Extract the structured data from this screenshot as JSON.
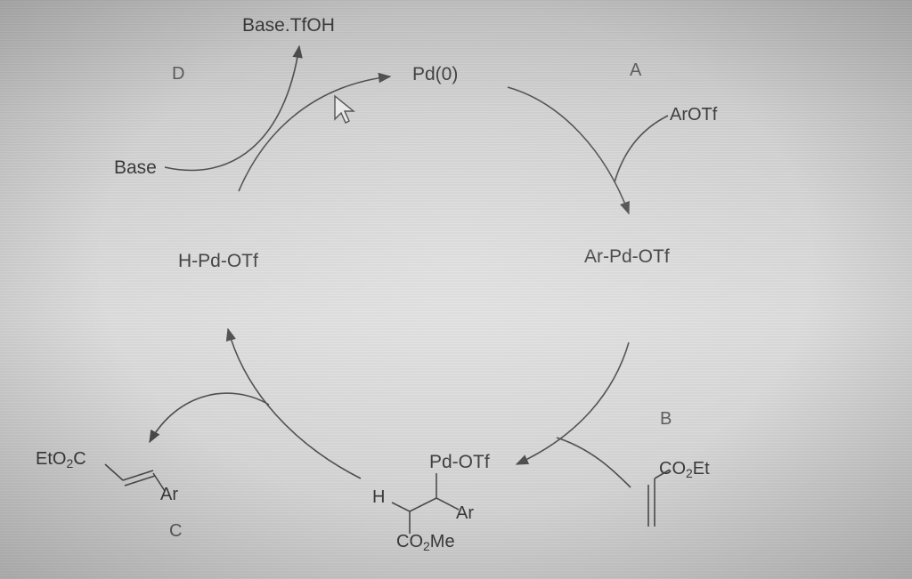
{
  "labels": {
    "base_tfoh": "Base.TfOH",
    "letter_d": "D",
    "pd0": "Pd(0)",
    "letter_a": "A",
    "arotf": "ArOTf",
    "base": "Base",
    "ar_pd_otf": "Ar-Pd-OTf",
    "h_pd_otf": "H-Pd-OTf",
    "letter_b": "B",
    "co2et_prefix": "CO",
    "co2et_sub": "2",
    "co2et_suffix": "Et",
    "eto2c_prefix": "EtO",
    "eto2c_sub": "2",
    "eto2c_suffix": "C",
    "ar_c": "Ar",
    "letter_c": "C",
    "pd_otf": "Pd-OTf",
    "h": "H",
    "ar_int": "Ar",
    "co2me_prefix": "CO",
    "co2me_sub": "2",
    "co2me_suffix": "Me"
  },
  "colors": {
    "ink": "#3a3a3a",
    "line": "#4a4a4a"
  }
}
